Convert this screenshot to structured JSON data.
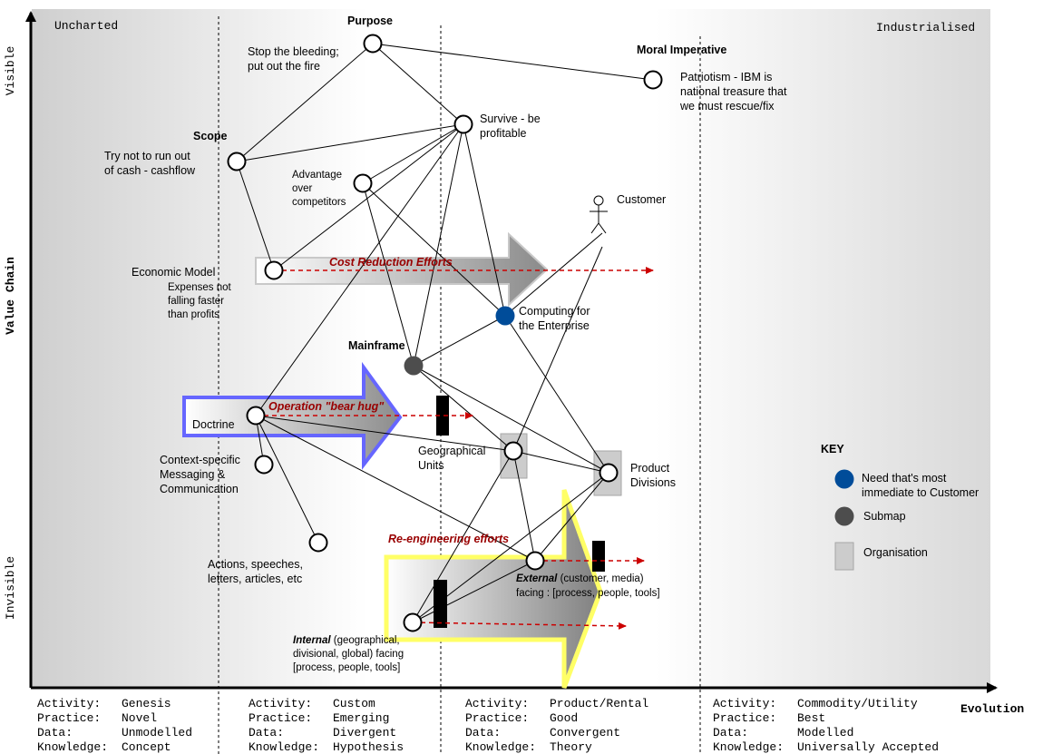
{
  "axes": {
    "y_label": "Value Chain",
    "y_top": "Visible",
    "y_bottom": "Invisible",
    "x_label": "Evolution",
    "x_left": "Uncharted",
    "x_right": "Industrialised"
  },
  "nodes": {
    "purpose": {
      "title": "Purpose",
      "line1": "Stop the bleeding;",
      "line2": "put out the fire"
    },
    "moral": {
      "title": "Moral Imperative",
      "line1": "Patriotism - IBM is",
      "line2": "national treasure that",
      "line3": "we must rescue/fix"
    },
    "survive": {
      "line1": "Survive - be",
      "line2": "profitable"
    },
    "scope": {
      "title": "Scope",
      "line1": "Try not to run out",
      "line2": "of cash - cashflow"
    },
    "advantage": {
      "line1": "Advantage",
      "line2": "over",
      "line3": "competitors"
    },
    "customer": {
      "label": "Customer"
    },
    "economic": {
      "title": "Economic Model",
      "line1": "Expenses not",
      "line2": "falling faster",
      "line3": "than profits"
    },
    "computing": {
      "line1": "Computing for",
      "line2": "the Enterprise"
    },
    "mainframe": {
      "title": "Mainframe"
    },
    "doctrine": {
      "label": "Doctrine"
    },
    "geo": {
      "line1": "Geographical",
      "line2": "Units"
    },
    "product": {
      "line1": "Product",
      "line2": "Divisions"
    },
    "context": {
      "line1": "Context-specific",
      "line2": "Messaging &",
      "line3": "Communication"
    },
    "actions": {
      "line1": "Actions, speeches,",
      "line2": "letters, articles, etc"
    },
    "external": {
      "line1_em": "External",
      "line1_rest": " (customer, media)",
      "line2": "facing : [process, people, tools]"
    },
    "internal": {
      "line1_em": "Internal",
      "line1_rest": " (geographical,",
      "line2": "divisional, global) facing",
      "line3": "[process, people, tools]"
    }
  },
  "efforts": {
    "cost": "Cost Reduction Efforts",
    "bearhug": "Operation \"bear hug\"",
    "reeng": "Re-engineering efforts"
  },
  "key": {
    "title": "KEY",
    "need_line1": "Need that's  most",
    "need_line2": "immediate to Customer",
    "submap": "Submap",
    "organisation": "Organisation"
  },
  "colors": {
    "need": "#004c99",
    "submap": "#4d4d4d",
    "organisation": "#cccccc",
    "effort_text": "#990000",
    "bearhug_outline": "#6666ff",
    "reeng_outline": "#ffff66"
  },
  "stages": [
    {
      "rows": [
        [
          "Activity:",
          "Genesis"
        ],
        [
          "Practice:",
          "Novel"
        ],
        [
          "Data:",
          "Unmodelled"
        ],
        [
          "Knowledge:",
          "Concept"
        ]
      ]
    },
    {
      "rows": [
        [
          "Activity:",
          "Custom"
        ],
        [
          "Practice:",
          "Emerging"
        ],
        [
          "Data:",
          "Divergent"
        ],
        [
          "Knowledge:",
          "Hypothesis"
        ]
      ]
    },
    {
      "rows": [
        [
          "Activity:",
          "Product/Rental"
        ],
        [
          "Practice:",
          "Good"
        ],
        [
          "Data:",
          "Convergent"
        ],
        [
          "Knowledge:",
          "Theory"
        ]
      ]
    },
    {
      "rows": [
        [
          "Activity:",
          "Commodity/Utility"
        ],
        [
          "Practice:",
          "Best"
        ],
        [
          "Data:",
          "Modelled"
        ],
        [
          "Knowledge:",
          "Universally Accepted"
        ]
      ]
    }
  ]
}
